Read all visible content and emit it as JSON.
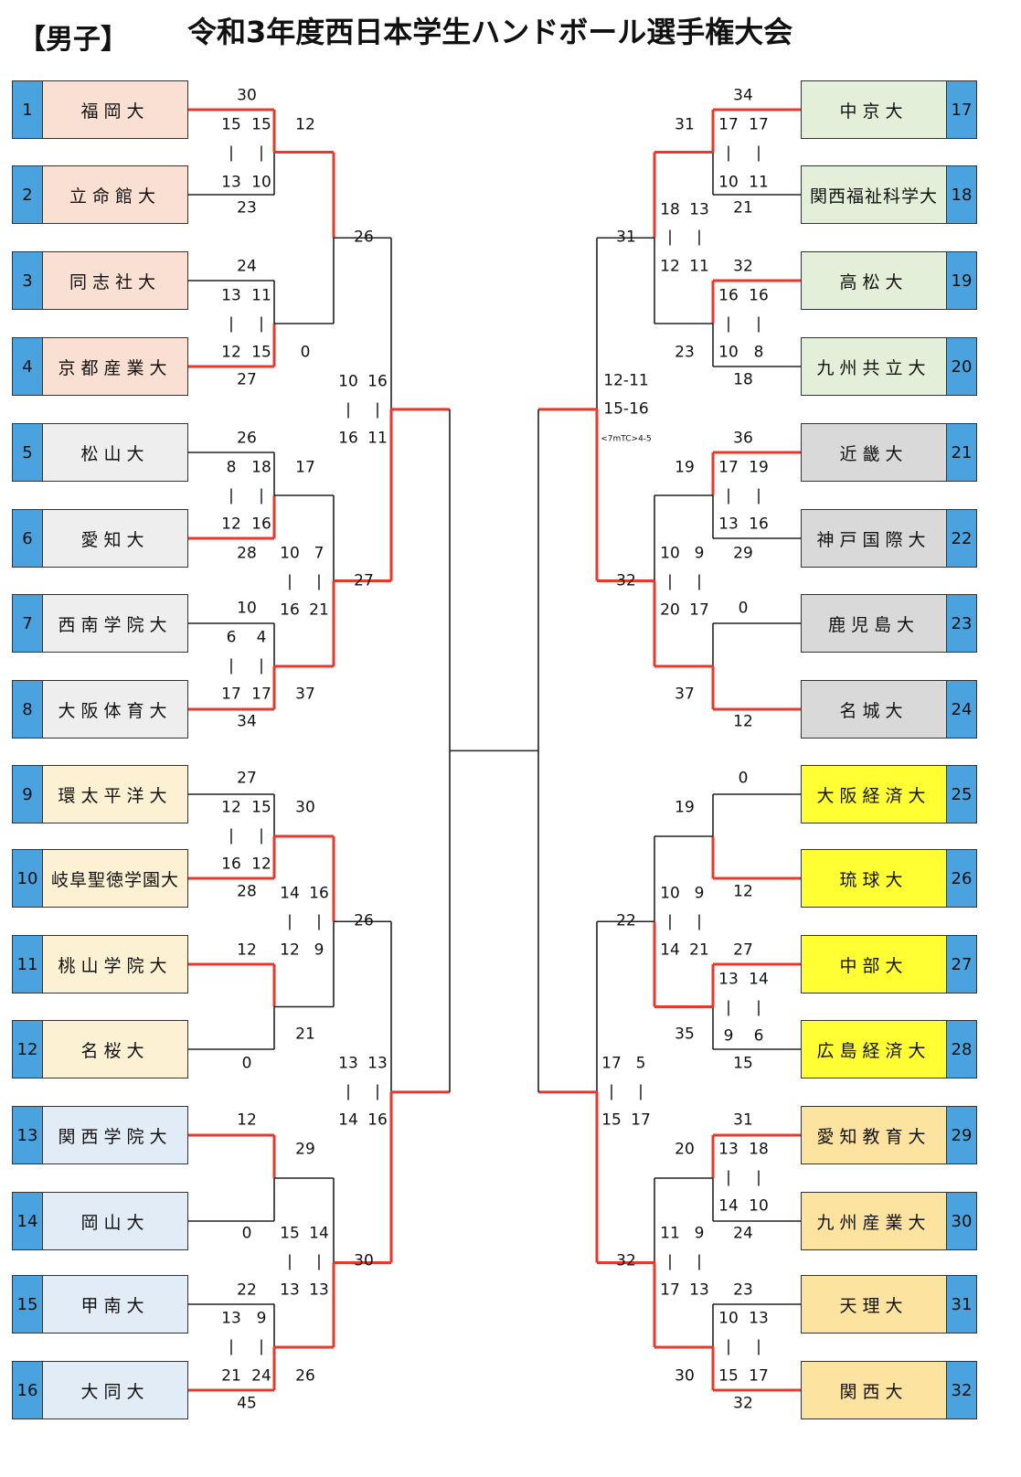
{
  "header": {
    "gender": "【男子】",
    "title": "令和3年度西日本学生ハンドボール選手権大会"
  },
  "colors": {
    "accent": "#e8382b",
    "number_box": "#4aa3df"
  },
  "teams": [
    {
      "no": "1",
      "name": "福岡大",
      "color": "#f9e0d3"
    },
    {
      "no": "2",
      "name": "立命館大",
      "color": "#f9e0d3"
    },
    {
      "no": "3",
      "name": "同志社大",
      "color": "#f9e0d3"
    },
    {
      "no": "4",
      "name": "京都産業大",
      "color": "#f9e0d3"
    },
    {
      "no": "5",
      "name": "松山大",
      "color": "#eeeeee"
    },
    {
      "no": "6",
      "name": "愛知大",
      "color": "#eeeeee"
    },
    {
      "no": "7",
      "name": "西南学院大",
      "color": "#eeeeee"
    },
    {
      "no": "8",
      "name": "大阪体育大",
      "color": "#eeeeee"
    },
    {
      "no": "9",
      "name": "環太平洋大",
      "color": "#fdf1d3"
    },
    {
      "no": "10",
      "name": "岐阜聖徳学園大",
      "color": "#fdf1d3"
    },
    {
      "no": "11",
      "name": "桃山学院大",
      "color": "#fdf1d3"
    },
    {
      "no": "12",
      "name": "名桜大",
      "color": "#fdf1d3"
    },
    {
      "no": "13",
      "name": "関西学院大",
      "color": "#e2ecf6"
    },
    {
      "no": "14",
      "name": "岡山大",
      "color": "#e2ecf6"
    },
    {
      "no": "15",
      "name": "甲南大",
      "color": "#e2ecf6"
    },
    {
      "no": "16",
      "name": "大同大",
      "color": "#e2ecf6"
    },
    {
      "no": "17",
      "name": "中京大",
      "color": "#e3efd9"
    },
    {
      "no": "18",
      "name": "関西福祉科学大",
      "color": "#e3efd9"
    },
    {
      "no": "19",
      "name": "高松大",
      "color": "#e3efd9"
    },
    {
      "no": "20",
      "name": "九州共立大",
      "color": "#e3efd9"
    },
    {
      "no": "21",
      "name": "近畿大",
      "color": "#d9d9d9"
    },
    {
      "no": "22",
      "name": "神戸国際大",
      "color": "#d9d9d9"
    },
    {
      "no": "23",
      "name": "鹿児島大",
      "color": "#d9d9d9"
    },
    {
      "no": "24",
      "name": "名城大",
      "color": "#d9d9d9"
    },
    {
      "no": "25",
      "name": "大阪経済大",
      "color": "#ffff33"
    },
    {
      "no": "26",
      "name": "琉球大",
      "color": "#ffff33"
    },
    {
      "no": "27",
      "name": "中部大",
      "color": "#ffff33"
    },
    {
      "no": "28",
      "name": "広島経済大",
      "color": "#ffff33"
    },
    {
      "no": "29",
      "name": "愛知教育大",
      "color": "#fce3a0"
    },
    {
      "no": "30",
      "name": "九州産業大",
      "color": "#fce3a0"
    },
    {
      "no": "31",
      "name": "天理大",
      "color": "#fce3a0"
    },
    {
      "no": "32",
      "name": "関西大",
      "color": "#fce3a0"
    }
  ],
  "scores": [
    "30",
    "15",
    "15",
    "|",
    "|",
    "13",
    "10",
    "23",
    "12",
    "24",
    "13",
    "11",
    "|",
    "|",
    "12",
    "15",
    "27",
    "0",
    "26",
    "10",
    "16",
    "|",
    "|",
    "16",
    "11",
    "26",
    "8",
    "18",
    "|",
    "|",
    "12",
    "16",
    "28",
    "17",
    "10",
    "7",
    "|",
    "|",
    "16",
    "21",
    "27",
    "10",
    "6",
    "4",
    "|",
    "|",
    "17",
    "17",
    "34",
    "37",
    "27",
    "12",
    "15",
    "|",
    "|",
    "16",
    "12",
    "28",
    "30",
    "14",
    "16",
    "|",
    "|",
    "12",
    "9",
    "26",
    "12",
    "21",
    "0",
    "13",
    "13",
    "|",
    "|",
    "14",
    "16",
    "12",
    "29",
    "0",
    "15",
    "14",
    "|",
    "|",
    "13",
    "13",
    "30",
    "22",
    "13",
    "9",
    "|",
    "|",
    "21",
    "24",
    "45",
    "26",
    "34",
    "17",
    "17",
    "|",
    "|",
    "10",
    "11",
    "21",
    "31",
    "18",
    "13",
    "|",
    "|",
    "12",
    "11",
    "31",
    "32",
    "16",
    "16",
    "|",
    "|",
    "10",
    "8",
    "18",
    "23",
    "12-11",
    "15-16",
    "<7mTC>4-5",
    "36",
    "17",
    "19",
    "|",
    "|",
    "13",
    "16",
    "29",
    "19",
    "10",
    "9",
    "|",
    "|",
    "20",
    "17",
    "32",
    "0",
    "12",
    "37",
    "0",
    "12",
    "19",
    "10",
    "9",
    "|",
    "|",
    "14",
    "21",
    "22",
    "27",
    "13",
    "14",
    "|",
    "|",
    "9",
    "6",
    "15",
    "35",
    "17",
    "5",
    "|",
    "|",
    "15",
    "17",
    "31",
    "13",
    "18",
    "|",
    "|",
    "14",
    "10",
    "24",
    "20",
    "11",
    "9",
    "|",
    "|",
    "17",
    "13",
    "32",
    "23",
    "10",
    "13",
    "|",
    "|",
    "15",
    "17",
    "32",
    "30"
  ]
}
